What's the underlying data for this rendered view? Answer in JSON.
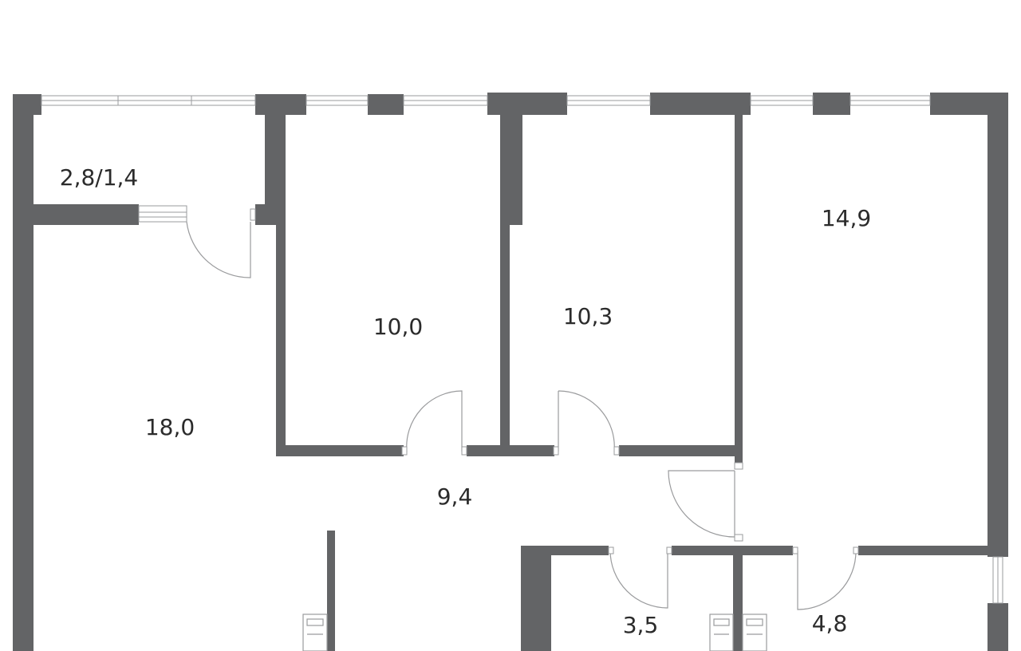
{
  "rooms": [
    {
      "id": "balcony",
      "area": "2,8/1,4"
    },
    {
      "id": "room-a",
      "area": "10,0"
    },
    {
      "id": "room-b",
      "area": "10,3"
    },
    {
      "id": "room-c",
      "area": "14,9"
    },
    {
      "id": "living",
      "area": "18,0"
    },
    {
      "id": "hall",
      "area": "9,4"
    },
    {
      "id": "bath-a",
      "area": "3,5"
    },
    {
      "id": "bath-b",
      "area": "4,8"
    }
  ],
  "colors": {
    "wall": "#636466",
    "line": "#9a9b9d",
    "text": "#2b2b2b"
  }
}
